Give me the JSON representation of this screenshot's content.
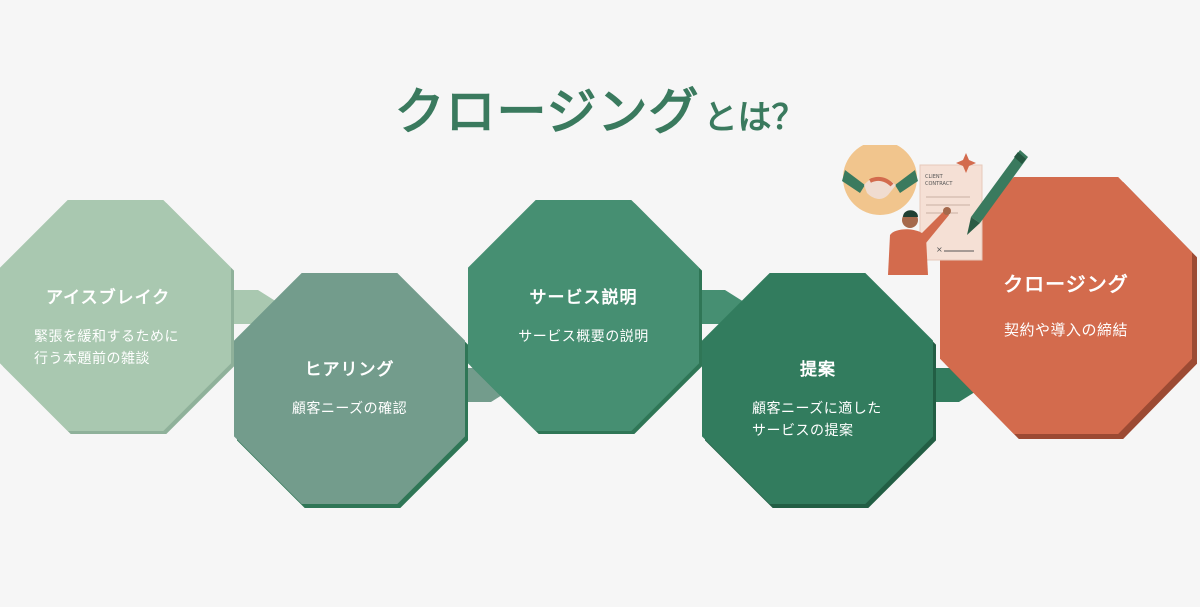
{
  "title": {
    "main": "クロージング",
    "suffix": "とは？"
  },
  "steps": [
    {
      "id": "icebreak",
      "heading": "アイスブレイク",
      "lines": [
        "緊張を緩和するために",
        "行う本題前の雑談"
      ],
      "color": "#a9c8b0"
    },
    {
      "id": "hearing",
      "heading": "ヒアリング",
      "lines": [
        "顧客ニーズの確認"
      ],
      "color": "#739c8c"
    },
    {
      "id": "explain",
      "heading": "サービス説明",
      "lines": [
        "サービス概要の説明"
      ],
      "color": "#468f72"
    },
    {
      "id": "proposal",
      "heading": "提案",
      "lines": [
        "顧客ニーズに適した",
        "サービスの提案"
      ],
      "color": "#327c5e"
    },
    {
      "id": "closing",
      "heading": "クロージング",
      "lines": [
        "契約や導入の締結"
      ],
      "color": "#d36b4d"
    }
  ],
  "illustration": {
    "doc_line1": "CLIENT",
    "doc_line2": "CONTRACT"
  }
}
